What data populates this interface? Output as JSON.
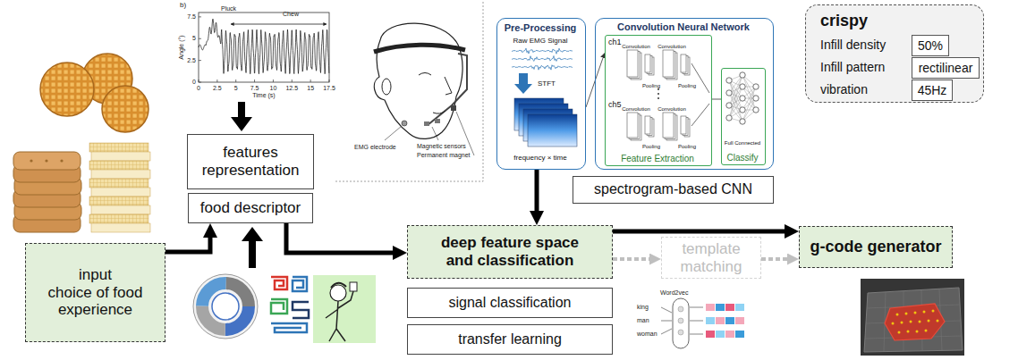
{
  "diagram": {
    "nodes": [
      {
        "text": [
          "features representation"
        ]
      },
      {
        "text": [
          "food descriptor"
        ]
      },
      {
        "text": [
          "input",
          "choice of food experience"
        ]
      },
      {
        "text": [
          "Pre-Processing",
          "Raw EMG Signal",
          "STFT",
          "frequency × time"
        ]
      },
      {
        "text": [
          "Convolution Neural Network"
        ]
      },
      {
        "text": [
          "Feature Extraction",
          "ch1",
          "ch5",
          "Convolution",
          "Convolution",
          "Pooling",
          "Pooling",
          "Convolution",
          "Convolution",
          "Pooling",
          "Pooling"
        ],
        "in": 4
      },
      {
        "text": [
          "Classify",
          "Full Connected"
        ],
        "in": 4
      },
      {
        "text": [
          "spectrogram-based CNN"
        ]
      },
      {
        "text": [
          "deep feature space and classification"
        ]
      },
      {
        "text": [
          "signal classification"
        ]
      },
      {
        "text": [
          "transfer learning"
        ]
      },
      {
        "text": [
          "template matching"
        ]
      },
      {
        "text": [
          "crispy",
          "Infill density",
          "Infill pattern",
          "vibration"
        ]
      },
      {
        "text": [
          "50%"
        ],
        "in": 12
      },
      {
        "text": [
          "rectilinear"
        ],
        "in": 12
      },
      {
        "text": [
          "45Hz"
        ],
        "in": 12
      },
      {
        "text": [
          "g-code generator"
        ]
      }
    ],
    "edges": [
      {
        "from": 2,
        "to": 1,
        "arrow": "to"
      },
      {
        "from": 1,
        "to": 8,
        "arrow": "to"
      },
      {
        "from": 3,
        "to": 8,
        "arrow": "to"
      },
      {
        "from": 8,
        "to": 16,
        "arrow": "to"
      },
      {
        "from": 8,
        "to": 11,
        "arrow": "to"
      },
      {
        "from": 11,
        "to": 16,
        "arrow": "to"
      },
      {
        "from": 3,
        "to": 5,
        "arrow": "to"
      },
      {
        "from": 5,
        "to": 6,
        "arrow": "none"
      }
    ],
    "labels": [
      "b)",
      "7.5",
      "5",
      "2.5",
      "0",
      "0",
      "2.5",
      "5",
      "7.5",
      "10",
      "12.5",
      "15",
      "17.5",
      "Angle (°)",
      "Time (s)",
      "Pluck",
      "Chew",
      "EMG electrode",
      "Magnetic sensors",
      "Permanent magnet",
      "Word2vec",
      "king",
      "man",
      "woman"
    ]
  }
}
